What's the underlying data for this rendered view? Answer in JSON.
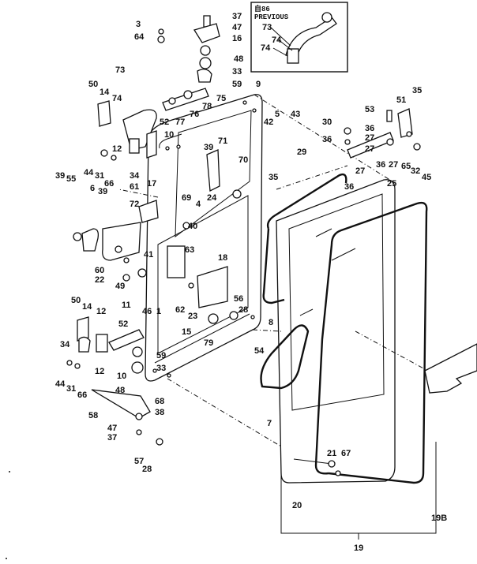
{
  "inset": {
    "title_line1": "自86",
    "title_line2": "PREVIOUS",
    "labels": [
      "73",
      "74",
      "74"
    ]
  },
  "callouts": {
    "c1": "3",
    "c2": "64",
    "c3": "37",
    "c4": "47",
    "c5": "16",
    "c6": "48",
    "c7": "33",
    "c8": "59",
    "c9": "75",
    "c10": "78",
    "c11": "76",
    "c12": "77",
    "c13": "9",
    "c14": "73",
    "c15": "50",
    "c16": "14",
    "c17": "74",
    "c18": "52",
    "c19": "10",
    "c20": "12",
    "c21": "44",
    "c22": "31",
    "c23": "34",
    "c24": "66",
    "c25": "61",
    "c26": "17",
    "c27": "39",
    "c28": "55",
    "c29": "6",
    "c30": "39",
    "c31": "72",
    "c32": "71",
    "c33": "70",
    "c34": "24",
    "c35": "4",
    "c36": "69",
    "c37": "40",
    "c38": "39",
    "c39": "5",
    "c40": "42",
    "c41": "43",
    "c42": "29",
    "c43": "35",
    "c44": "53",
    "c45": "51",
    "c46": "35",
    "c47": "30",
    "c48": "36",
    "c49": "27",
    "c50": "36",
    "c51": "27",
    "c52": "36",
    "c53": "27",
    "c54": "65",
    "c55": "32",
    "c56": "45",
    "c57": "27",
    "c58": "36",
    "c59": "25",
    "c60": "41",
    "c61": "60",
    "c62": "22",
    "c63": "49",
    "c64": "63",
    "c65": "18",
    "c66": "62",
    "c67": "23",
    "c68": "56",
    "c69": "28",
    "c70": "46",
    "c71": "1",
    "c72": "15",
    "c73": "79",
    "c74": "8",
    "c75": "54",
    "c76": "11",
    "c77": "50",
    "c78": "14",
    "c79": "12",
    "c80": "52",
    "c81": "34",
    "c82": "12",
    "c83": "59",
    "c84": "33",
    "c85": "10",
    "c86": "44",
    "c87": "31",
    "c88": "66",
    "c89": "48",
    "c90": "68",
    "c91": "38",
    "c92": "58",
    "c93": "47",
    "c94": "37",
    "c95": "57",
    "c96": "28",
    "c97": "7",
    "c98": "21",
    "c99": "67",
    "c100": "20",
    "c101": "19B",
    "c102": "19"
  }
}
